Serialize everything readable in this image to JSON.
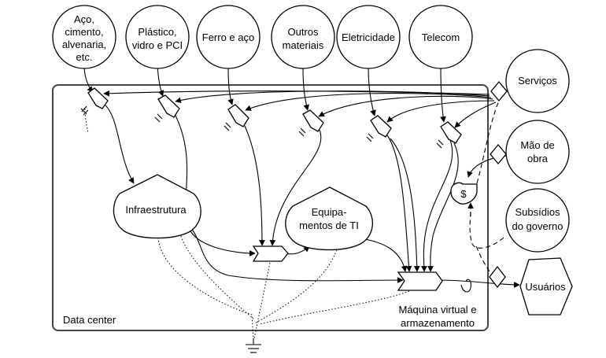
{
  "sources": [
    {
      "id": "aco",
      "lines": [
        "Aço,",
        "cimento,",
        "alvenaria,",
        "etc."
      ]
    },
    {
      "id": "plastico",
      "lines": [
        "Plástico,",
        "vidro e PCI"
      ]
    },
    {
      "id": "ferro",
      "lines": [
        "Ferro e aço"
      ]
    },
    {
      "id": "outros",
      "lines": [
        "Outros",
        "materiais"
      ]
    },
    {
      "id": "eletricidade",
      "lines": [
        "Eletricidade"
      ]
    },
    {
      "id": "telecom",
      "lines": [
        "Telecom"
      ]
    },
    {
      "id": "servicos",
      "lines": [
        "Serviços"
      ]
    },
    {
      "id": "mao-de-obra",
      "lines": [
        "Mão de",
        "obra"
      ]
    },
    {
      "id": "subsidios",
      "lines": [
        "Subsídios",
        "do governo"
      ]
    }
  ],
  "consumer": {
    "lines": [
      "Usuários"
    ]
  },
  "nodes": {
    "infraestrutura": [
      "Infraestrutura"
    ],
    "equipamentos": [
      "Equipa-",
      "mentos de TI"
    ],
    "maquina": [
      "Máquina virtual e",
      "armazenamento"
    ]
  },
  "money_symbol": "$",
  "boundary_label": "Data center"
}
